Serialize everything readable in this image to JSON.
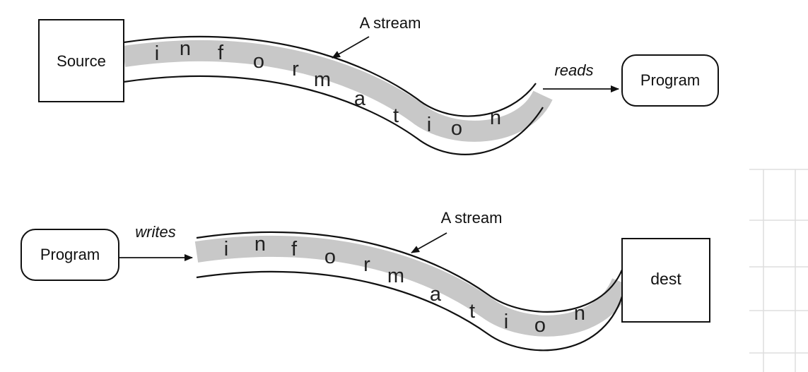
{
  "colors": {
    "background": "#ffffff",
    "stroke": "#111111",
    "stream_fill": "#c8c8c8",
    "grid": "#d9d9d9"
  },
  "diagram_top": {
    "source_label": "Source",
    "stream_label": "A stream",
    "reads_label": "reads",
    "program_label": "Program",
    "letters": [
      "i",
      "n",
      "f",
      "o",
      "r",
      "m",
      "a",
      "t",
      "i",
      "o",
      "n"
    ]
  },
  "diagram_bottom": {
    "program_label": "Program",
    "writes_label": "writes",
    "stream_label": "A stream",
    "dest_label": "dest",
    "letters": [
      "i",
      "n",
      "f",
      "o",
      "r",
      "m",
      "a",
      "t",
      "i",
      "o",
      "n"
    ]
  }
}
